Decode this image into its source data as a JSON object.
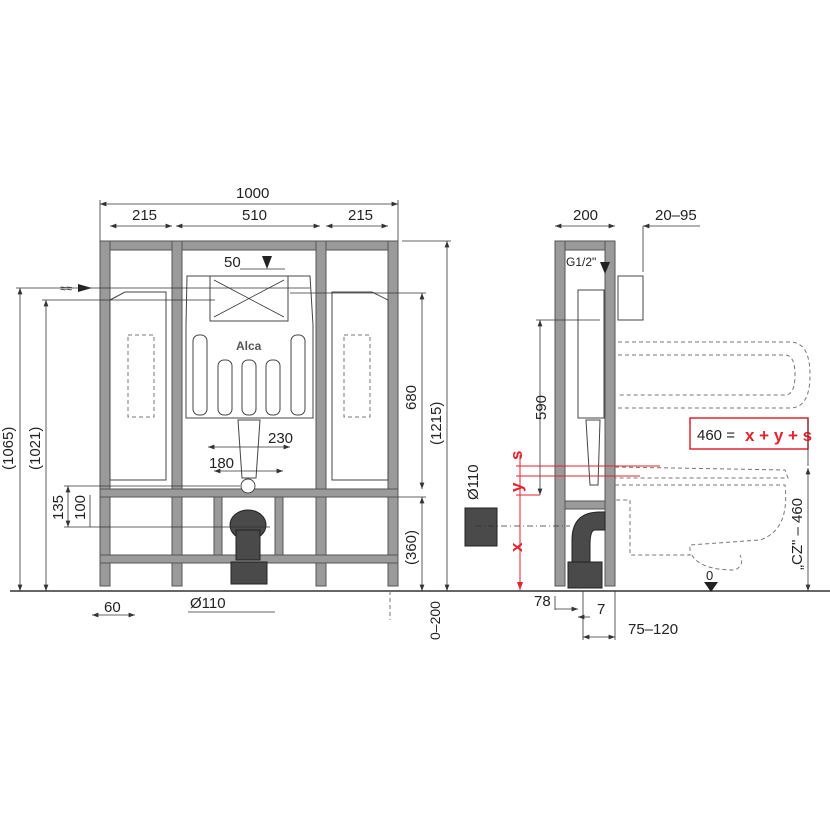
{
  "front_view": {
    "width_total": "1000",
    "width_left": "215",
    "width_center": "510",
    "width_right": "215",
    "offset_50": "50",
    "h_1065": "(1065)",
    "h_1021": "(1021)",
    "h_680": "680",
    "h_1215": "(1215)",
    "h_360": "(360)",
    "h_135": "135",
    "h_100": "100",
    "w_230": "230",
    "w_180": "180",
    "w_60": "60",
    "pipe_dia": "Ø110",
    "foot_range": "0–200",
    "brand": "Alca"
  },
  "side_view": {
    "depth_200": "200",
    "panel_20_95": "20–95",
    "inlet": "G1/2\"",
    "h_590": "590",
    "formula_value": "460 =",
    "formula_expr": "x + y + s",
    "label_s": "s",
    "label_y": "y",
    "label_x": "x",
    "pipe_dia": "Ø110",
    "cz_height": "„CZ\" – 460",
    "zero": "0",
    "d_78": "78",
    "d_7": "7",
    "d_75_120": "75–120"
  },
  "colors": {
    "accent": "#e3232d",
    "frame": "#9a9a9a"
  }
}
